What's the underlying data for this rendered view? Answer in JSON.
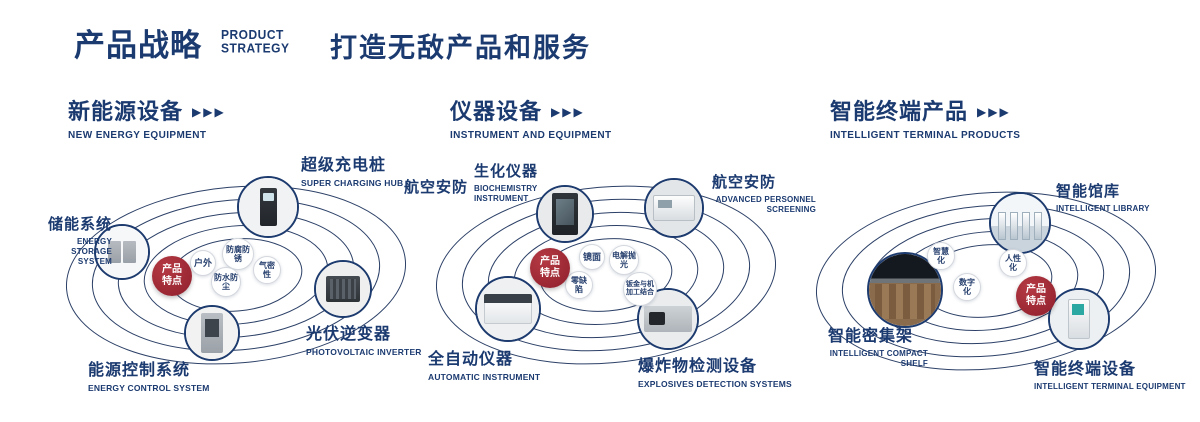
{
  "header": {
    "title": "产品战略",
    "en_line1": "PRODUCT",
    "en_line2": "STRATEGY",
    "tagline": "打造无敌产品和服务",
    "arrow_glyphs": "▶▶▶"
  },
  "colors": {
    "navy": "#1b3a70",
    "badge_red": "#9c2b33",
    "ring_line": "#2c4067"
  },
  "sections": [
    {
      "title": "新能源设备",
      "subtitle": "NEW ENERGY EQUIPMENT",
      "badge": "产品特点",
      "features": [
        "户外",
        "防腐防锈",
        "气密性",
        "防水防尘"
      ],
      "products": [
        {
          "name": "储能系统",
          "en": "ENERGY STORAGE SYSTEM"
        },
        {
          "name": "超级充电桩",
          "en": "SUPER CHARGING HUB"
        },
        {
          "name": "光伏逆变器",
          "en": "PHOTOVOLTAIC INVERTER"
        },
        {
          "name": "能源控制系统",
          "en": "ENERGY CONTROL SYSTEM"
        }
      ]
    },
    {
      "title": "仪器设备",
      "subtitle": "INSTRUMENT AND EQUIPMENT",
      "badge": "产品特点",
      "extra_label": "航空安防",
      "features": [
        "镜面",
        "电解抛光",
        "零缺陷",
        "钣金与机加工结合"
      ],
      "products": [
        {
          "name": "生化仪器",
          "en": "BIOCHEMISTRY INSTRUMENT"
        },
        {
          "name": "航空安防",
          "en": "ADVANCED PERSONNEL SCREENING"
        },
        {
          "name": "全自动仪器",
          "en": "AUTOMATIC INSTRUMENT"
        },
        {
          "name": "爆炸物检测设备",
          "en": "EXPLOSIVES DETECTION SYSTEMS"
        }
      ]
    },
    {
      "title": "智能终端产品",
      "subtitle": "INTELLIGENT TERMINAL PRODUCTS",
      "badge": "产品特点",
      "features": [
        "智慧化",
        "人性化",
        "数字化"
      ],
      "products": [
        {
          "name": "智能馆库",
          "en": "INTELLIGENT LIBRARY"
        },
        {
          "name": "智能密集架",
          "en": "INTELLIGENT COMPACT SHELF"
        },
        {
          "name": "智能终端设备",
          "en": "INTELLIGENT TERMINAL EQUIPMENT"
        }
      ]
    }
  ]
}
